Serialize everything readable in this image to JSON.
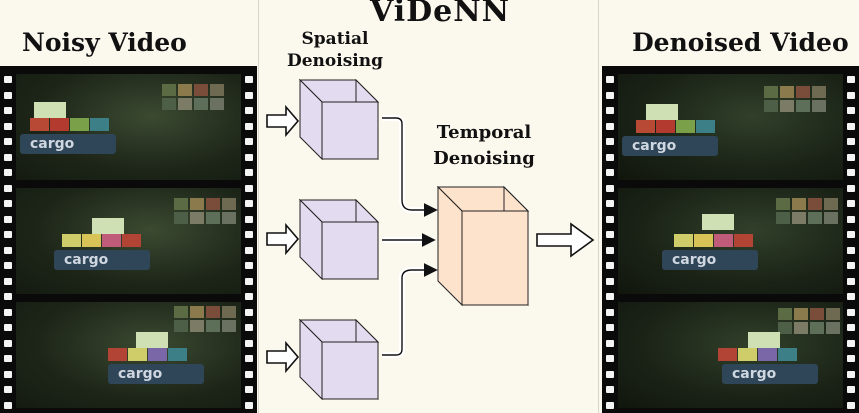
{
  "title": "ViDeNN",
  "left_header": "Noisy Video",
  "right_header": "Denoised Video",
  "spatial_label_line1": "Spatial",
  "spatial_label_line2": "Denoising",
  "temporal_label_line1": "Temporal",
  "temporal_label_line2": "Denoising",
  "frame_text": "cargo",
  "colors": {
    "spatial_cube": "#e3dbef",
    "temporal_cube": "#fde3cc",
    "background": "#fbf8ee",
    "film": "#0a0a0a"
  }
}
